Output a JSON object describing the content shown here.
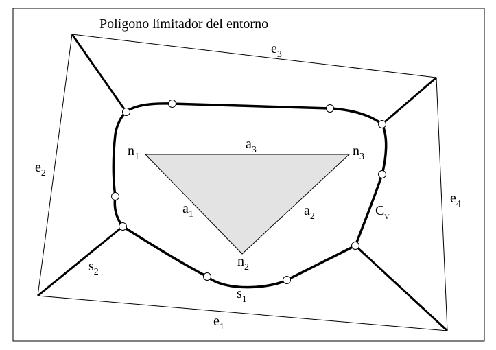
{
  "title": "Polígono límitador del entorno",
  "outer_edges": [
    {
      "base": "e",
      "sub": "1"
    },
    {
      "base": "e",
      "sub": "2"
    },
    {
      "base": "e",
      "sub": "3"
    },
    {
      "base": "e",
      "sub": "4"
    }
  ],
  "triangle_nodes": [
    {
      "base": "n",
      "sub": "1"
    },
    {
      "base": "n",
      "sub": "2"
    },
    {
      "base": "n",
      "sub": "3"
    }
  ],
  "triangle_edges": [
    {
      "base": "a",
      "sub": "1"
    },
    {
      "base": "a",
      "sub": "2"
    },
    {
      "base": "a",
      "sub": "3"
    }
  ],
  "curve_label": {
    "base": "C",
    "sub": "v"
  },
  "segment_labels": [
    {
      "base": "s",
      "sub": "1"
    },
    {
      "base": "s",
      "sub": "2"
    }
  ],
  "colors": {
    "line": "#000000",
    "triangle_fill": "#e3e3e3",
    "background": "#ffffff"
  }
}
